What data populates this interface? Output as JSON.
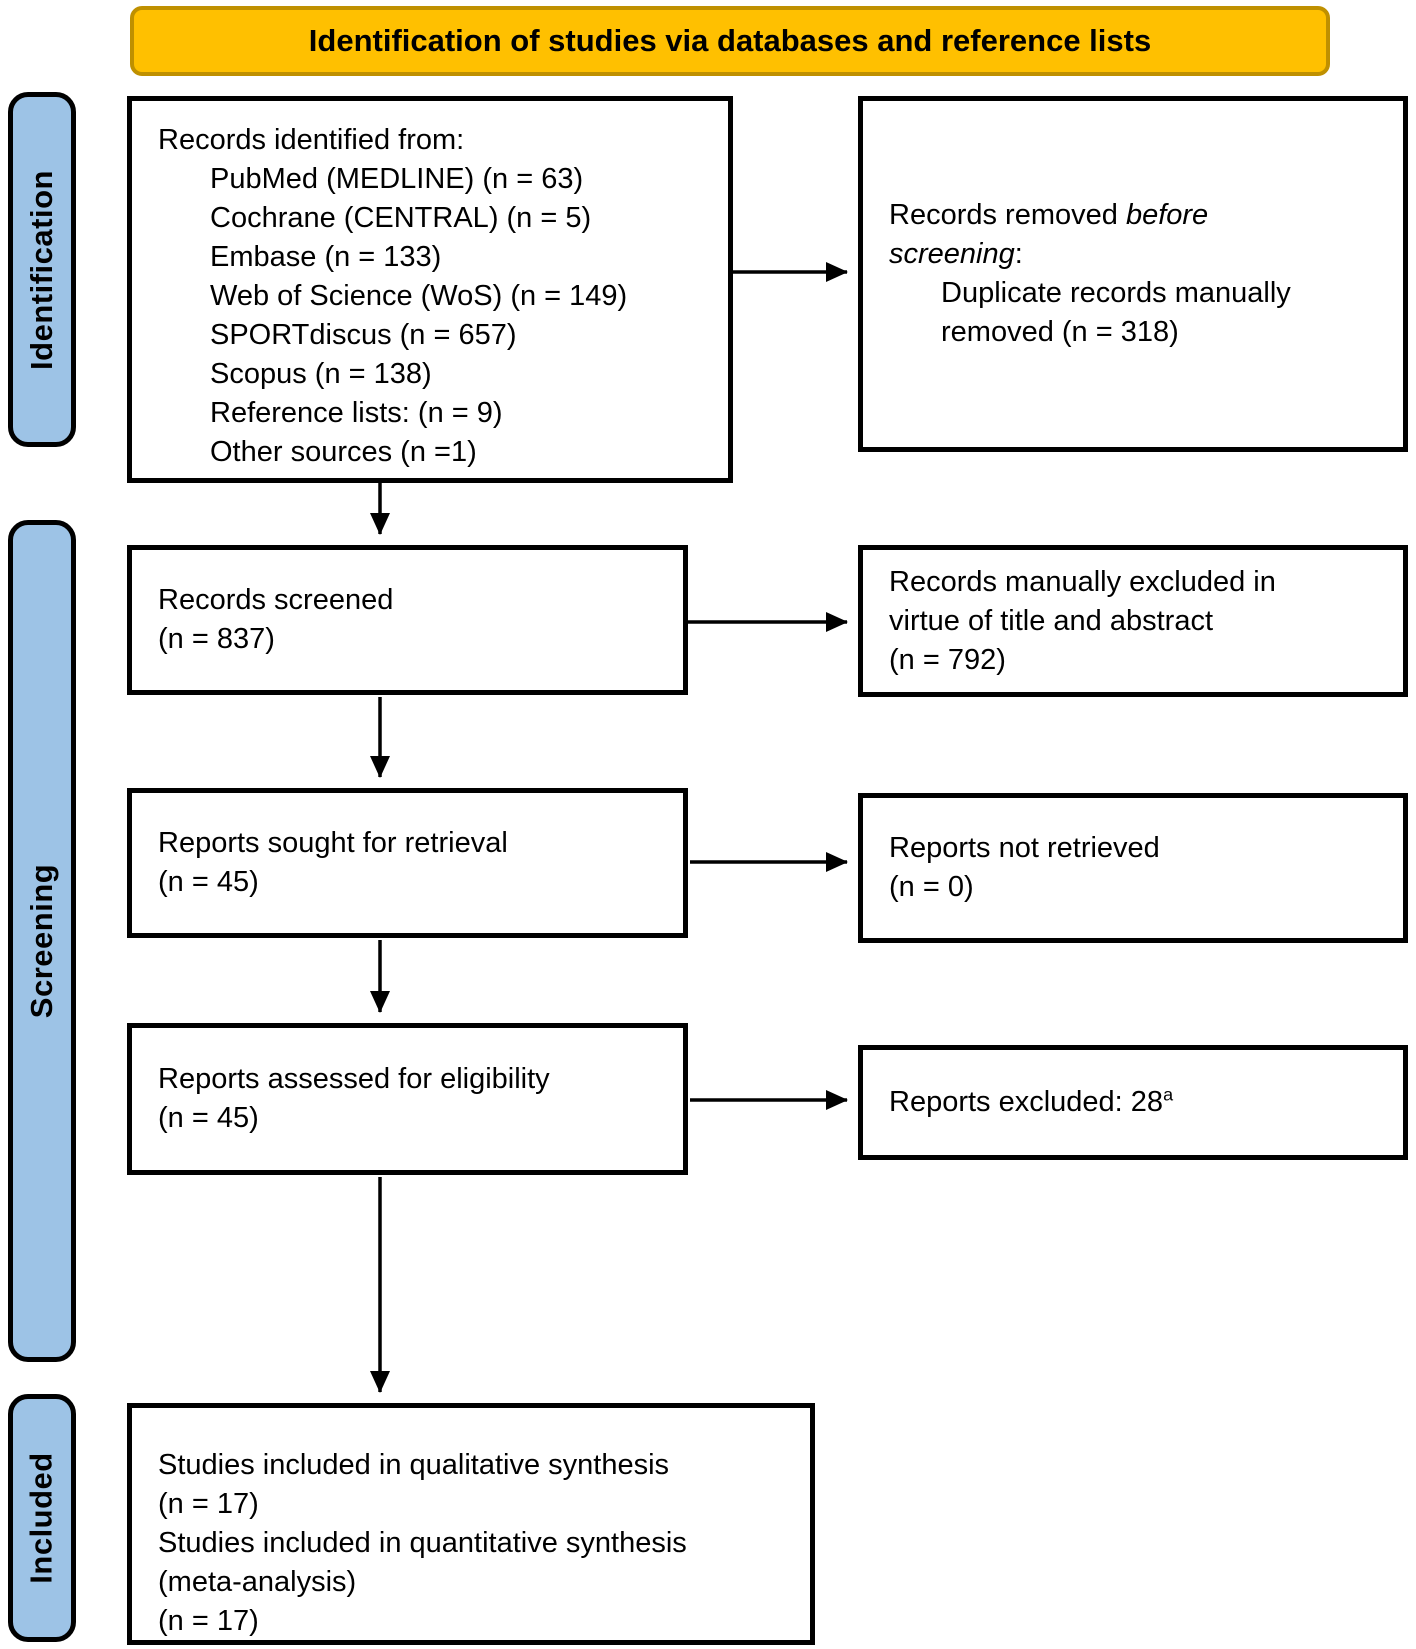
{
  "banner": {
    "title": "Identification of studies via databases and reference lists"
  },
  "colors": {
    "banner_fill": "#FFC000",
    "banner_border": "#BF9000",
    "stage_fill": "#9DC3E6",
    "line_color": "#000000",
    "box_bg": "#FFFFFF"
  },
  "stages": {
    "identification": "Identification",
    "screening": "Screening",
    "included": "Included"
  },
  "boxes": {
    "identified": {
      "title": "Records identified from:",
      "items": [
        "PubMed (MEDLINE) (n = 63)",
        "Cochrane (CENTRAL) (n = 5)",
        "Embase (n = 133)",
        "Web of Science (WoS) (n = 149)",
        "SPORTdiscus (n = 657)",
        "Scopus (n = 138)",
        "Reference lists: (n = 9)",
        "Other sources (n =1)"
      ]
    },
    "removed_before_screening": {
      "text_prefix": "Records removed ",
      "text_italic": "before screening",
      "text_suffix": ":",
      "item": "Duplicate records manually removed (n = 318)"
    },
    "records_screened": {
      "text": "Records screened",
      "count": "(n = 837)"
    },
    "records_excluded_title_abstract": {
      "text": "Records manually excluded in virtue of title and abstract",
      "count": "(n = 792)"
    },
    "reports_sought": {
      "text": "Reports sought for retrieval",
      "count": "(n = 45)"
    },
    "reports_not_retrieved": {
      "text": "Reports not retrieved",
      "count": "(n = 0)"
    },
    "reports_assessed": {
      "text": "Reports assessed for eligibility",
      "count": "(n = 45)"
    },
    "reports_excluded": {
      "text": "Reports excluded: 28",
      "superscript": "a"
    },
    "included_studies": {
      "lines": [
        "Studies included in qualitative synthesis",
        "(n = 17)",
        "Studies included in quantitative synthesis",
        "(meta-analysis)",
        "(n = 17)"
      ]
    }
  }
}
